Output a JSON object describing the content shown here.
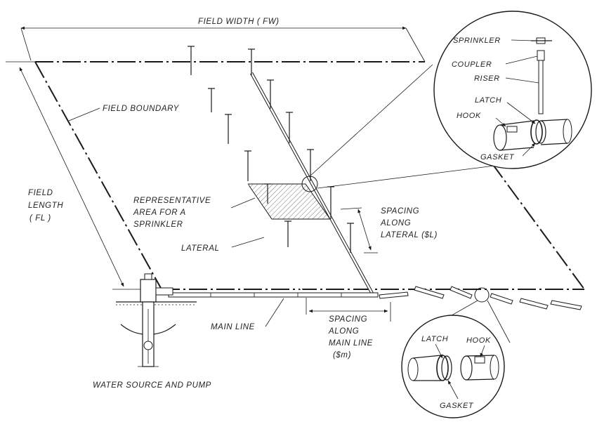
{
  "labels": {
    "field_width": "FIELD WIDTH ( FW)",
    "field_boundary": "FIELD BOUNDARY",
    "field_length": [
      "FIELD",
      "LENGTH",
      "( FL )"
    ],
    "representative_area": [
      "REPRESENTATIVE",
      "AREA FOR A",
      "SPRINKLER"
    ],
    "lateral": "LATERAL",
    "spacing_lateral": [
      "SPACING",
      "ALONG",
      "LATERAL ($L)"
    ],
    "main_line": "MAIN LINE",
    "spacing_main": [
      "SPACING",
      "ALONG",
      "MAIN LINE",
      "($m)"
    ],
    "water_source": "WATER SOURCE AND PUMP"
  },
  "detail_top": {
    "sprinkler": "SPRINKLER",
    "coupler": "COUPLER",
    "riser": "RISER",
    "latch": "LATCH",
    "hook": "HOOK",
    "gasket": "GASKET"
  },
  "detail_bottom": {
    "latch": "LATCH",
    "hook": "HOOK",
    "gasket": "GASKET"
  }
}
